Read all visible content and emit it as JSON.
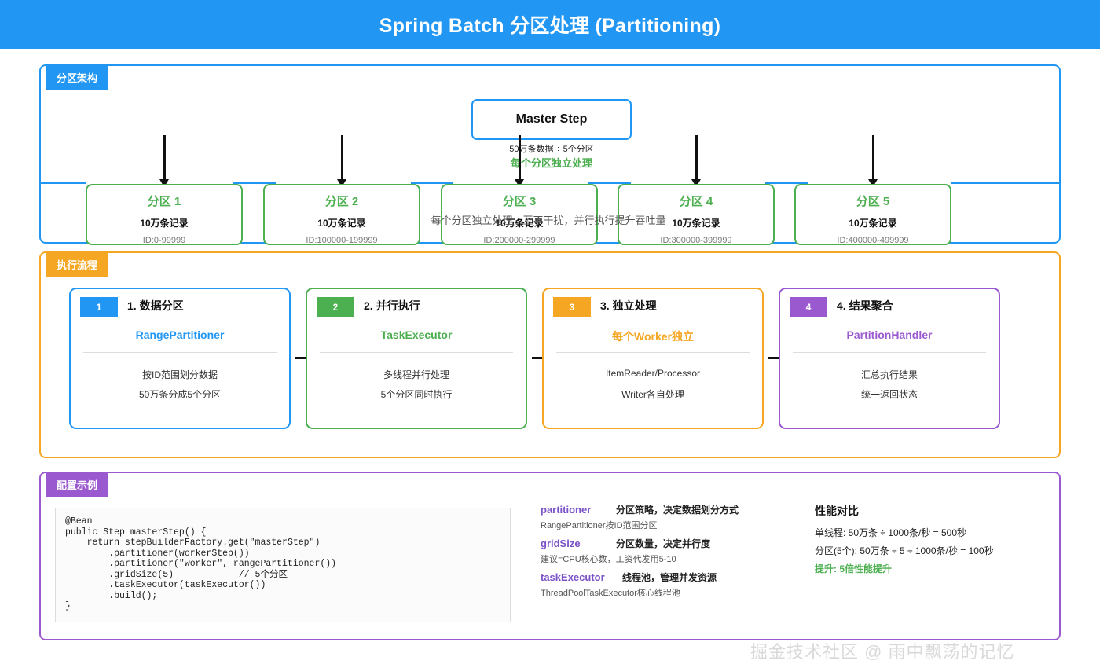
{
  "title": "Spring Batch 分区处理 (Partitioning)",
  "watermark": "掘金技术社区 @ 雨中飘荡的记忆",
  "colors": {
    "title_bar": "#2196f3",
    "architecture": "#2196f3",
    "flow": "#f5a623",
    "config": "#9b59d0",
    "partition_green": "#4caf50"
  },
  "architecture": {
    "tag": "分区架构",
    "master": {
      "label": "Master Step",
      "sub1": "50万条数据 ÷ 5个分区",
      "sub2": "每个分区独立处理"
    },
    "note": "每个分区独立处理，互不干扰，并行执行提升吞吐量",
    "partitions": [
      {
        "title": "分区 1",
        "records": "10万条记录",
        "id_range": "ID:0-99999"
      },
      {
        "title": "分区 2",
        "records": "10万条记录",
        "id_range": "ID:100000-199999"
      },
      {
        "title": "分区 3",
        "records": "10万条记录",
        "id_range": "ID:200000-299999"
      },
      {
        "title": "分区 4",
        "records": "10万条记录",
        "id_range": "ID:300000-399999"
      },
      {
        "title": "分区 5",
        "records": "10万条记录",
        "id_range": "ID:400000-499999"
      }
    ]
  },
  "flow": {
    "tag": "执行流程",
    "steps": [
      {
        "num": "1",
        "heading": "1. 数据分区",
        "class_name": "RangePartitioner",
        "line1": "按ID范围划分数据",
        "line2": "50万条分成5个分区",
        "color": "#2196f3"
      },
      {
        "num": "2",
        "heading": "2. 并行执行",
        "class_name": "TaskExecutor",
        "line1": "多线程并行处理",
        "line2": "5个分区同时执行",
        "color": "#4caf50"
      },
      {
        "num": "3",
        "heading": "3. 独立处理",
        "class_name": "每个Worker独立",
        "line1": "ItemReader/Processor",
        "line2": "Writer各自处理",
        "color": "#f5a623"
      },
      {
        "num": "4",
        "heading": "4. 结果聚合",
        "class_name": "PartitionHandler",
        "line1": "汇总执行结果",
        "line2": "统一返回状态",
        "color": "#9b59d0"
      }
    ]
  },
  "config": {
    "tag": "配置示例",
    "code": "@Bean\npublic Step masterStep() {\n    return stepBuilderFactory.get(\"masterStep\")\n        .partitioner(workerStep())\n        .partitioner(\"worker\", rangePartitioner())\n        .gridSize(5)            // 5个分区\n        .taskExecutor(taskExecutor())\n        .build();\n}",
    "params": [
      {
        "name": "partitioner",
        "desc": "分区策略，决定数据划分方式",
        "note": "RangePartitioner按ID范围分区"
      },
      {
        "name": "gridSize",
        "desc": "分区数量，决定并行度",
        "note": "建议=CPU核心数，工资代发用5-10"
      },
      {
        "name": "taskExecutor",
        "desc": "线程池，管理并发资源",
        "note": "ThreadPoolTaskExecutor核心线程池"
      }
    ],
    "performance": {
      "heading": "性能对比",
      "line1": "单线程: 50万条 ÷ 1000条/秒 = 500秒",
      "line2": "分区(5个): 50万条 ÷ 5 ÷ 1000条/秒 = 100秒",
      "gain": "提升: 5倍性能提升"
    }
  }
}
